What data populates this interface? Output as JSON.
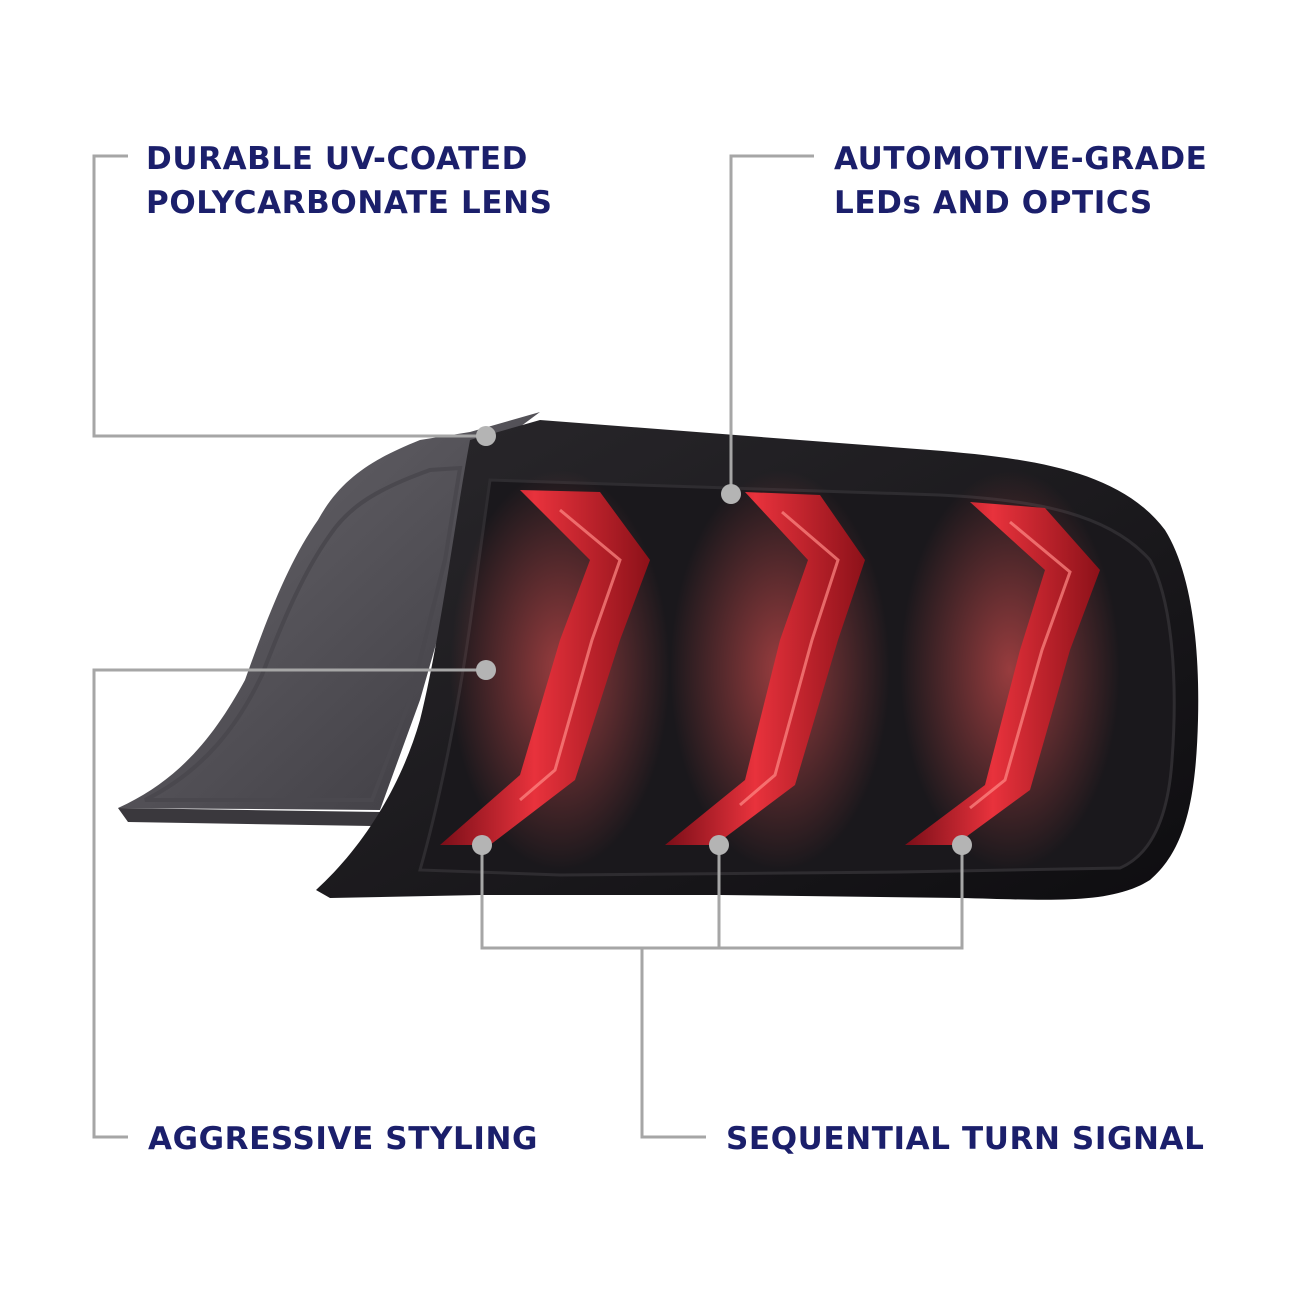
{
  "callouts": {
    "lens": {
      "line1": "DURABLE UV-COATED",
      "line2": "POLYCARBONATE LENS"
    },
    "leds": {
      "line1": "AUTOMOTIVE-GRADE",
      "line2": "LEDs AND OPTICS"
    },
    "styling": {
      "text": "AGGRESSIVE STYLING"
    },
    "turn_signal": {
      "text": "SEQUENTIAL TURN SIGNAL"
    }
  },
  "colors": {
    "label_text": "#1b1f6b",
    "leader_line": "#a6a6a6",
    "housing": "#1e1c1f",
    "mount_plate": "#56545a",
    "led_red": "#e0242f"
  }
}
